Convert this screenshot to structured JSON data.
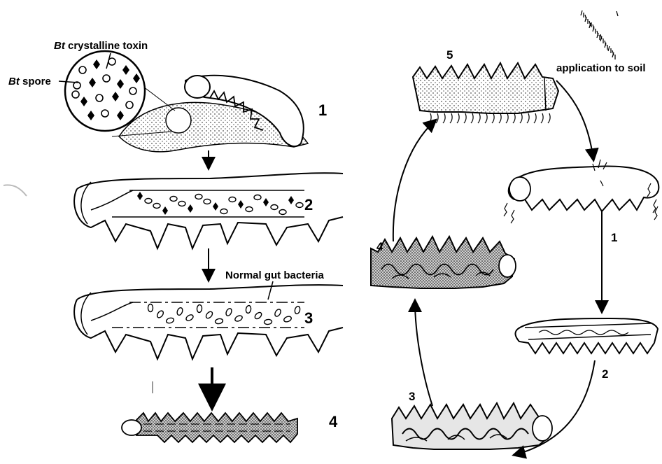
{
  "left_panel": {
    "callout_toxin_prefix": "Bt",
    "callout_toxin_rest": " crystalline toxin",
    "callout_spore_prefix": "Bt",
    "callout_spore_rest": " spore",
    "callout_bacteria": "Normal gut bacteria",
    "steps": [
      "1",
      "2",
      "3",
      "4"
    ]
  },
  "right_panel": {
    "application_label": "application to soil",
    "steps": [
      "5",
      "4",
      "1",
      "2",
      "3"
    ]
  }
}
